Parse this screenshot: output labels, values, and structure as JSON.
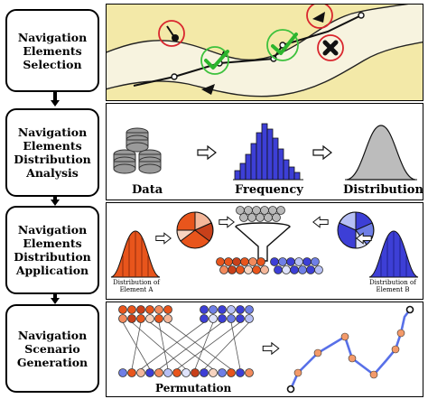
{
  "stages": [
    {
      "title": "Navigation\nElements\nSelection"
    },
    {
      "title": "Navigation\nElements\nDistribution\nAnalysis"
    },
    {
      "title": "Navigation\nElements\nDistribution\nApplication"
    },
    {
      "title": "Navigation\nScenario\nGeneration"
    }
  ],
  "panel2": {
    "data_label": "Data",
    "frequency_label": "Frequency",
    "distribution_label": "Distribution"
  },
  "panel3": {
    "dist_a_label": "Distribution of\nElement A",
    "dist_b_label": "Distribution of\nElement B"
  },
  "panel4": {
    "permutation_label": "Permutation"
  },
  "colors": {
    "road": "#f4f0dc",
    "grass": "#f3e9a8",
    "check": "#2db52d",
    "red_ring": "#d9262e",
    "green_ring": "#3cc13c",
    "orange": "#e8551c",
    "blue": "#3d3fd6",
    "path_blue": "#5870e8",
    "path_orange": "#f39a6a",
    "gray": "#b9b9b9"
  }
}
